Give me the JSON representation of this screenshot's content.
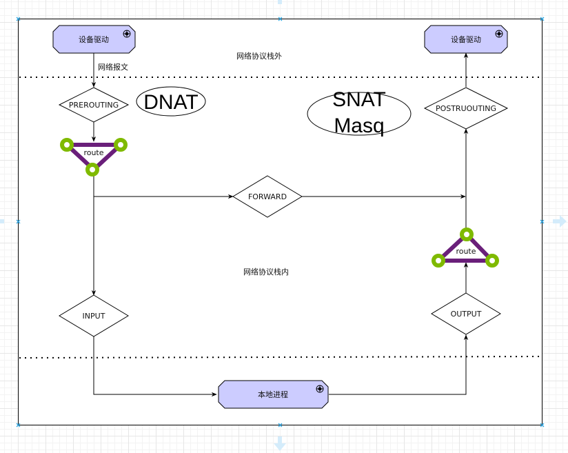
{
  "diagram": {
    "title": "iptables packet flow",
    "zones": {
      "outside_label": "网络协议栈外",
      "inside_label": "网络协议栈内"
    },
    "nodes": {
      "device_in": {
        "label": "设备驱动"
      },
      "device_out": {
        "label": "设备驱动"
      },
      "local_process": {
        "label": "本地进程"
      },
      "prerouting": {
        "label": "PREROUTING"
      },
      "postrouting": {
        "label": "POSTRUOUTING"
      },
      "forward": {
        "label": "FORWARD"
      },
      "input": {
        "label": "INPUT"
      },
      "output": {
        "label": "OUTPUT"
      },
      "route_in": {
        "label": "route"
      },
      "route_out": {
        "label": "route"
      },
      "dnat": {
        "label": "DNAT"
      },
      "snat": {
        "line1": "SNAT",
        "line2": "Masq"
      }
    },
    "edges": {
      "device_to_prerouting_label": "网络报文"
    },
    "colors": {
      "process_fill": "#ccccff",
      "route_stroke": "#6a1f7a",
      "route_node": "#7fba00",
      "selection_handle": "#29a3e0"
    }
  }
}
